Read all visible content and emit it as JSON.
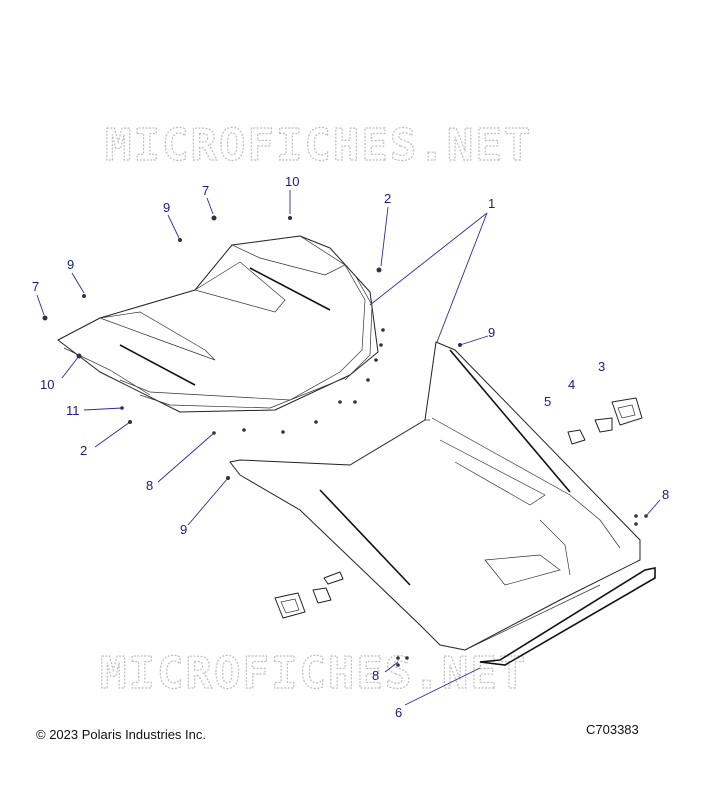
{
  "watermark": "MICROFICHES.NET",
  "footer": {
    "copyright": "© 2023 Polaris Industries Inc.",
    "diagram_code": "C703383"
  },
  "callouts": [
    "1",
    "2",
    "2",
    "3",
    "4",
    "5",
    "6",
    "7",
    "7",
    "8",
    "8",
    "8",
    "9",
    "9",
    "9",
    "9",
    "10",
    "10",
    "11"
  ],
  "colors": {
    "callout": "#1a1a8c",
    "line": "#222222",
    "watermark": "#bdbdbd"
  }
}
